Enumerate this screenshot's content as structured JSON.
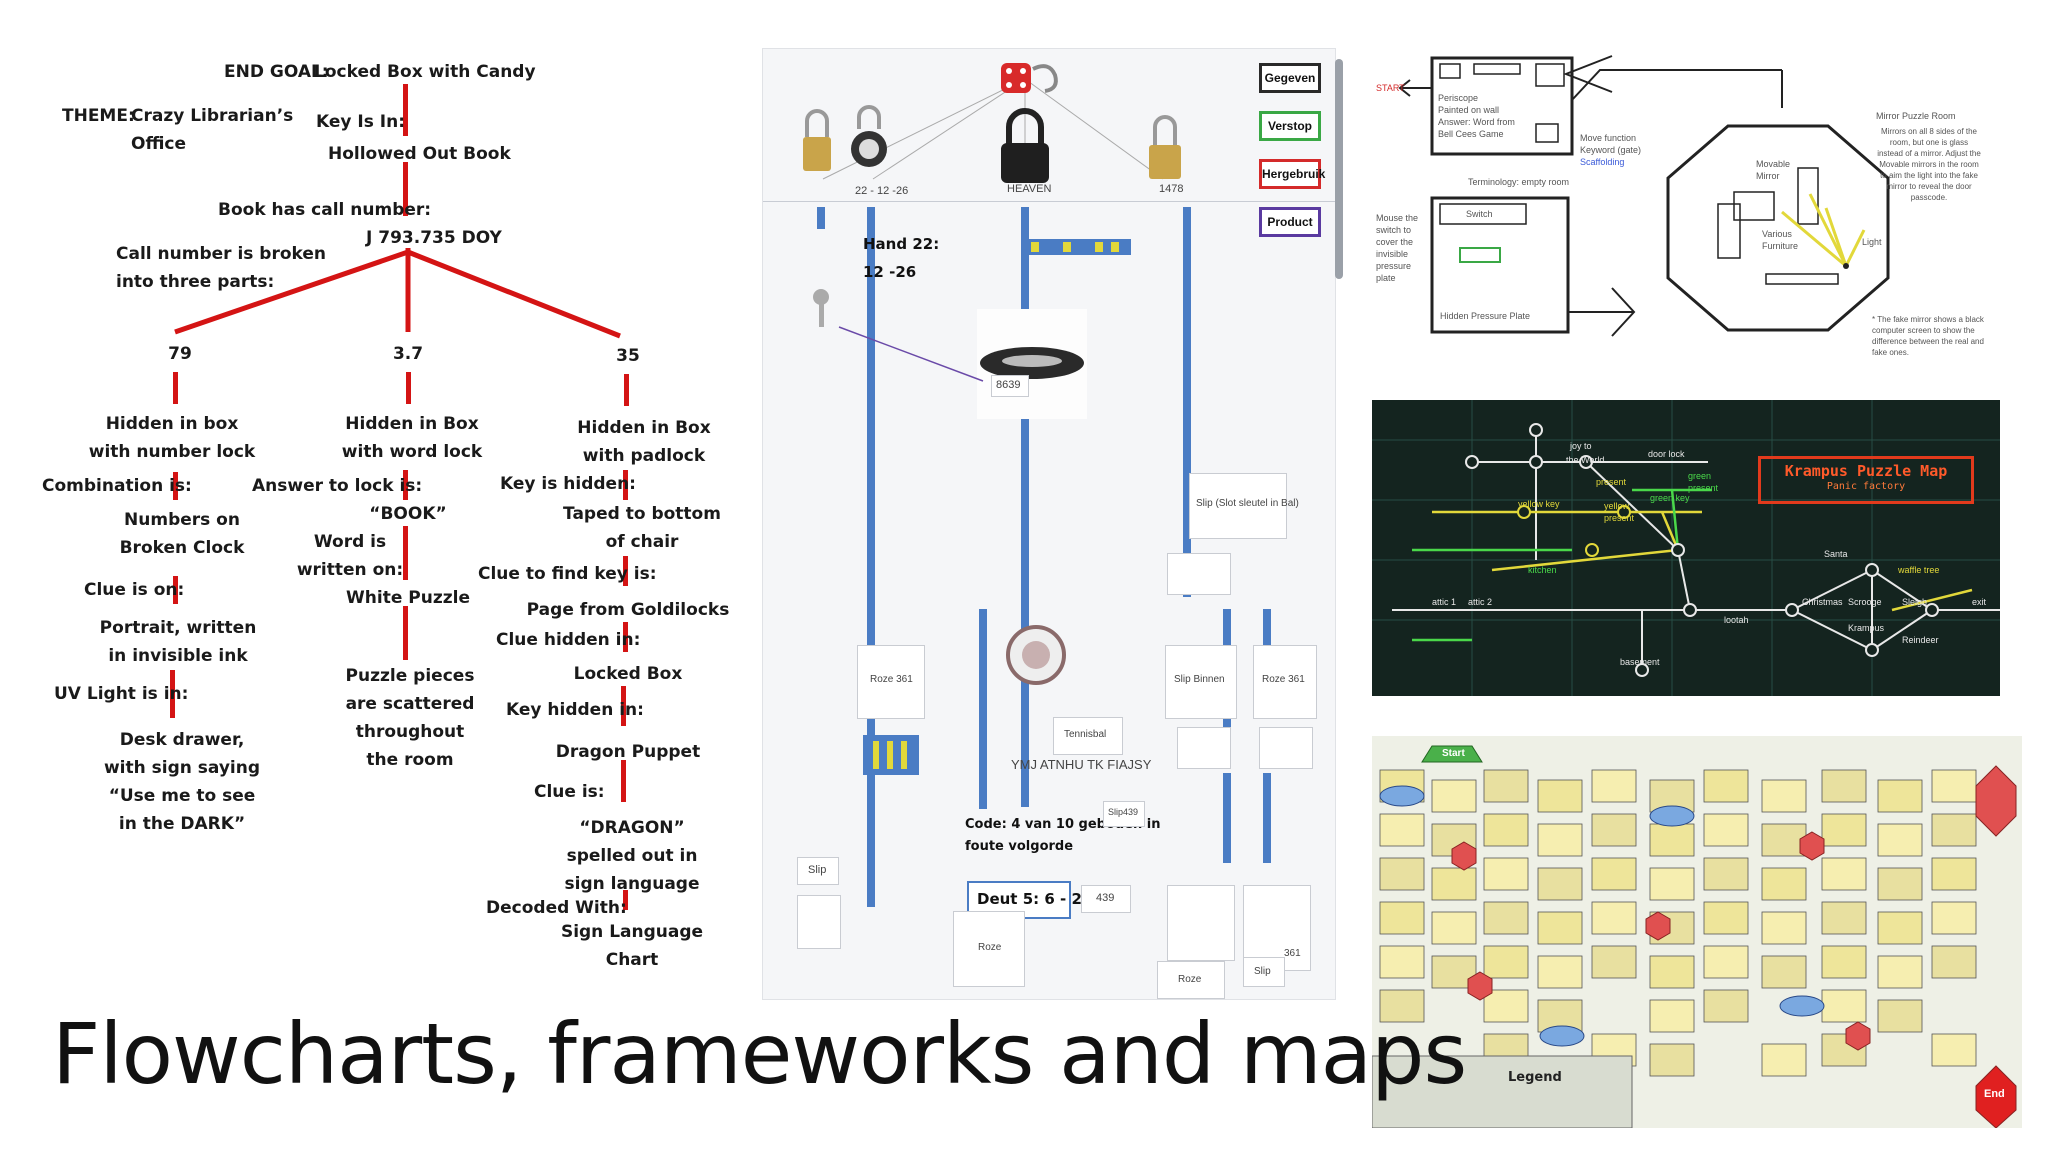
{
  "title": "Flowcharts, frameworks and maps",
  "tree": {
    "end_goal_label": "END GOAL:",
    "end_goal_value": "Locked Box with Candy",
    "theme_label": "THEME:",
    "theme_line1": "Crazy Librarian’s",
    "theme_line2": "Office",
    "key_is_in": "Key Is In:",
    "hollowed_out_book": "Hollowed Out Book",
    "call_number_label": "Book has call number:",
    "call_number_value": "J 793.735 DOY",
    "broken_line1": "Call number is broken",
    "broken_line2": "into three parts:",
    "left": {
      "number": "79",
      "a1": "Hidden in box",
      "a2": "with number lock",
      "q1": "Combination is:",
      "b1": "Numbers on",
      "b2": "Broken Clock",
      "q2": "Clue is on:",
      "c1": "Portrait, written",
      "c2": "in invisible ink",
      "q3": "UV Light is in:",
      "d1": "Desk drawer,",
      "d2": "with sign saying",
      "d3": "“Use me to see",
      "d4": "in the DARK”"
    },
    "middle": {
      "number": "3.7",
      "a1": "Hidden in Box",
      "a2": "with word lock",
      "q1": "Answer to lock is:",
      "b1": "“BOOK”",
      "q2a": "Word is",
      "q2b": "written on:",
      "c1": "White Puzzle",
      "d1": "Puzzle pieces",
      "d2": "are scattered",
      "d3": "throughout",
      "d4": "the room"
    },
    "right": {
      "number": "35",
      "a1": "Hidden in Box",
      "a2": "with padlock",
      "q1": "Key is hidden:",
      "b1": "Taped to bottom",
      "b2": "of chair",
      "q2": "Clue to find key is:",
      "c1": "Page from Goldilocks",
      "q3": "Clue hidden in:",
      "d1": "Locked Box",
      "q4": "Key hidden in:",
      "e1": "Dragon Puppet",
      "q5": "Clue is:",
      "f1": "“DRAGON”",
      "f2": "spelled out in",
      "f3": "sign language",
      "q6": "Decoded With:",
      "g1": "Sign Language",
      "g2": "Chart"
    }
  },
  "flow_panel": {
    "legend": [
      "Gegeven",
      "Verstop",
      "Hergebruik",
      "Product"
    ],
    "legend_colors": [
      "#2a2a2a",
      "#3aa845",
      "#d42a2a",
      "#5a3aa0"
    ],
    "lock1_code": "22 - 12 -26",
    "lock_heaven": "HEAVEN",
    "lock4_code": "1478",
    "hand_line1": "Hand 22:",
    "hand_line2": "12 -26",
    "code_8639": "8639",
    "slip_sleutel": "Slip (Slot sleutel in Bal)",
    "roze_left": "Roze 361",
    "slip_binnen": "Slip Binnen",
    "roze_right": "Roze 361",
    "tennisbal": "Tennisbal",
    "cipher": "YMJ ATNHU TK FIAJSY",
    "code_line1": "Code: 4 van 10 geboden in",
    "code_line2": "foute volgorde",
    "slip439": "Slip439",
    "slip_left": "Slip",
    "deut": "Deut 5: 6 - 22",
    "n439": "439",
    "roze_bottom": "Roze",
    "n361": "361",
    "slip_bottom": "Slip",
    "roze_bottom2": "Roze",
    "accent_blue": "#4a7cc4"
  },
  "room_sketch": {
    "start": "START",
    "p1": "Periscope",
    "p2": "Painted on wall",
    "p3": "Answer: Word from",
    "p4": "Bell Cees Game",
    "move": "Move function",
    "move2": "Keyword (gate)",
    "move3": "Scaffolding",
    "terminology": "Terminology: empty room",
    "mouse": "Mouse the",
    "mouse2": "switch to",
    "mouse3": "cover the",
    "mouse4": "invisible",
    "mouse5": "pressure",
    "mouse6": "plate",
    "switch": "Switch",
    "hidden_plate": "Hidden Pressure Plate",
    "mirror_title": "Mirror Puzzle Room",
    "mirror_text": "Mirrors on all 8 sides of the room, but one is glass instead of a mirror. Adjust the Movable mirrors in the room to aim the light into the fake mirror to reveal the door passcode.",
    "mirror_note": "* The fake mirror shows a black computer screen to show the difference between the real and fake ones.",
    "movable": "Movable",
    "mirror": "Mirror",
    "light": "Light",
    "various": "Various",
    "furniture": "Furniture"
  },
  "puzzle_map": {
    "title": "Krampus Puzzle Map",
    "subtitle": "Panic factory",
    "labels": [
      "joy to",
      "the World",
      "door lock",
      "present",
      "green key",
      "green",
      "present",
      "yellow key",
      "yellow",
      "present",
      "Santa",
      "Christmas",
      "Scrooge",
      "Krampus",
      "Sleigh",
      "Reindeer",
      "attic 1",
      "attic 2",
      "basement",
      "kitchen",
      "lootah",
      "exit",
      "waffle tree"
    ],
    "colors": {
      "yellow": "#e2d83a",
      "green": "#4ad84a",
      "red": "#e23a1c",
      "white": "#e8e8e8"
    }
  },
  "big_flowchart": {
    "start": "Start",
    "legend": "Legend",
    "end": "End"
  }
}
